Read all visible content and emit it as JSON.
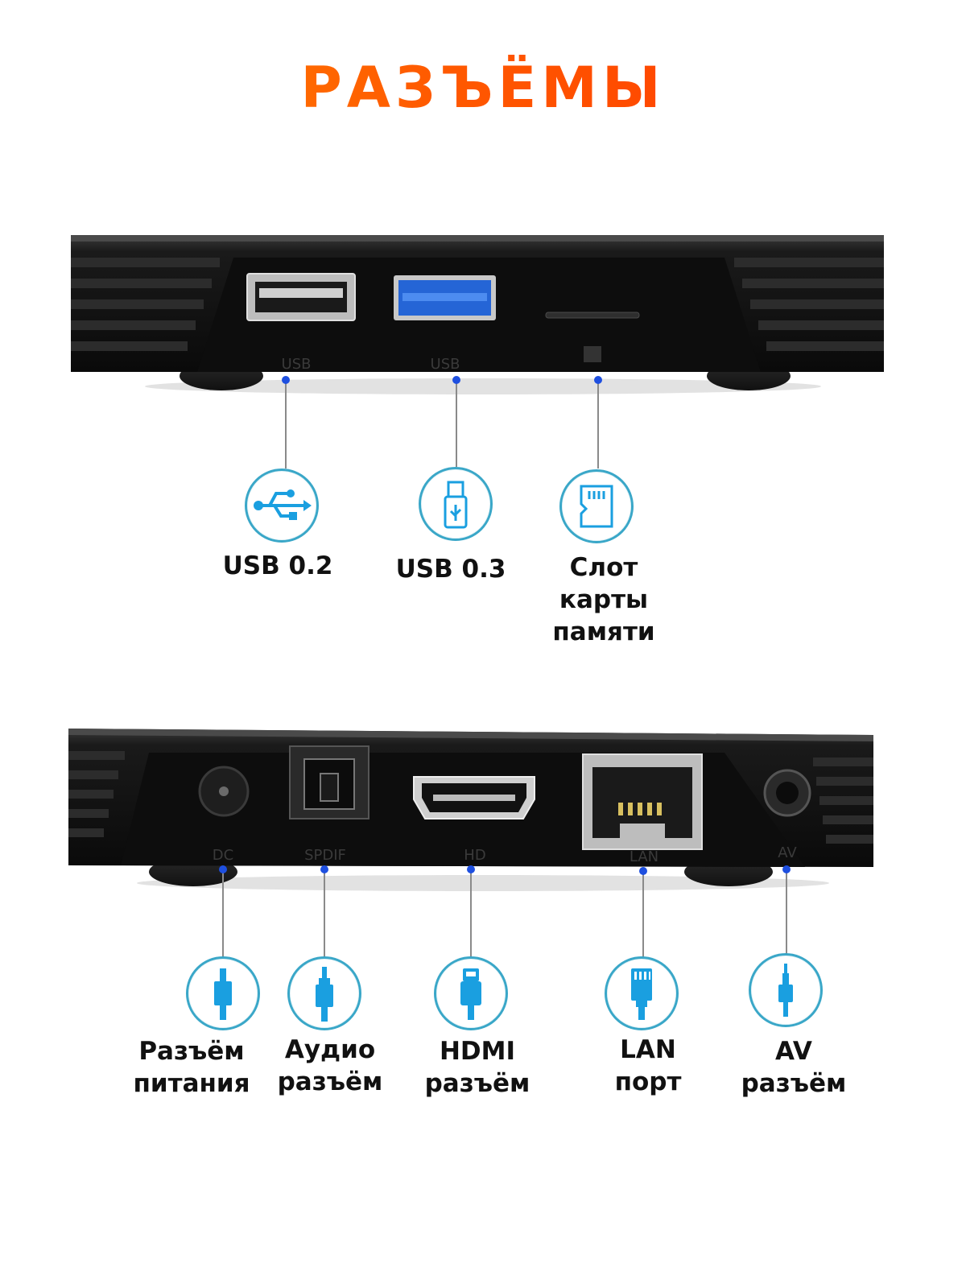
{
  "title": "РАЗЪЁМЫ",
  "top_panel": {
    "port_markings": [
      "USB",
      "USB"
    ],
    "items": [
      {
        "icon": "usb-trident-icon",
        "caption_lines": [
          "USB 0.2"
        ]
      },
      {
        "icon": "usb-stick-icon",
        "caption_lines": [
          "USB 0.3"
        ]
      },
      {
        "icon": "memory-card-icon",
        "caption_lines": [
          "Слот",
          "карты",
          "памяти"
        ]
      }
    ]
  },
  "bottom_panel": {
    "port_markings": [
      "DC",
      "SPDIF",
      "HD",
      "LAN",
      "AV"
    ],
    "items": [
      {
        "icon": "power-plug-icon",
        "caption_lines": [
          "Разъём",
          "питания"
        ]
      },
      {
        "icon": "audio-jack-icon",
        "caption_lines": [
          "Аудио",
          "разъём"
        ]
      },
      {
        "icon": "hdmi-plug-icon",
        "caption_lines": [
          "HDMI",
          "разъём"
        ]
      },
      {
        "icon": "ethernet-plug-icon",
        "caption_lines": [
          "LAN",
          "порт"
        ]
      },
      {
        "icon": "av-jack-icon",
        "caption_lines": [
          "AV",
          "разъём"
        ]
      }
    ]
  },
  "colors": {
    "title_gradient_start": "#ff8a00",
    "title_gradient_end": "#ff3300",
    "icon_ring": "#3aa7c8",
    "icon_fill": "#1a9fe0",
    "connector_dot": "#1e4fe0",
    "device_body": "#141414"
  }
}
